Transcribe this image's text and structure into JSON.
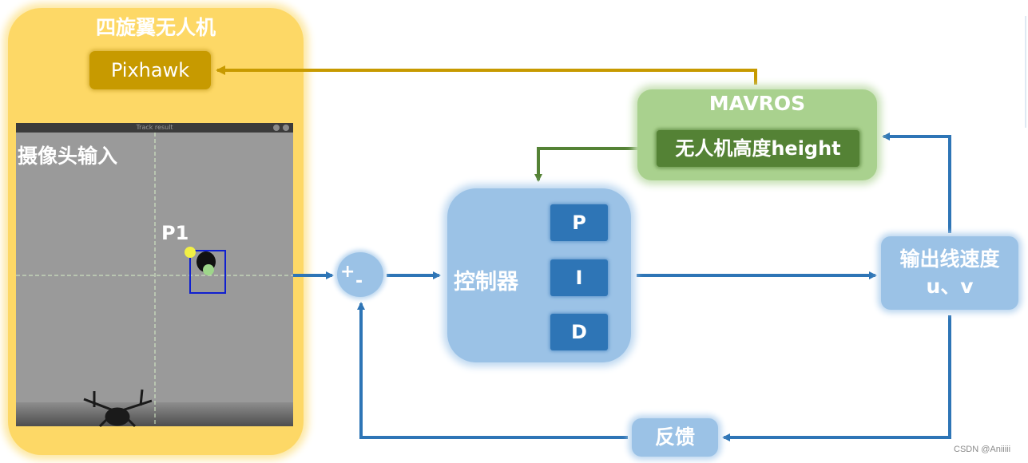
{
  "drone": {
    "title": "四旋翼无人机",
    "pixhawk_label": "Pixhawk",
    "camera_window_title": "Track result",
    "camera_label": "摄像头输入",
    "target_label": "P1"
  },
  "summing_junction": {
    "plus": "+",
    "minus": "-"
  },
  "controller": {
    "label": "控制器",
    "p_label": "P",
    "i_label": "I",
    "d_label": "D"
  },
  "mavros": {
    "title": "MAVROS",
    "height_label": "无人机高度height"
  },
  "velocity": {
    "line1": "输出线速度",
    "line2": "u、v"
  },
  "feedback": {
    "label": "反馈"
  },
  "watermark": "CSDN @Aniiiii",
  "colors": {
    "drone_panel": "#fdd866",
    "pixhawk": "#c79a00",
    "blue_box": "#9bc2e6",
    "pid_box": "#2e75b6",
    "mavros_panel": "#a9d18e",
    "height_box": "#548235",
    "blue_arrow": "#2e75b6",
    "green_arrow": "#548235",
    "gold_arrow": "#c79a00"
  }
}
